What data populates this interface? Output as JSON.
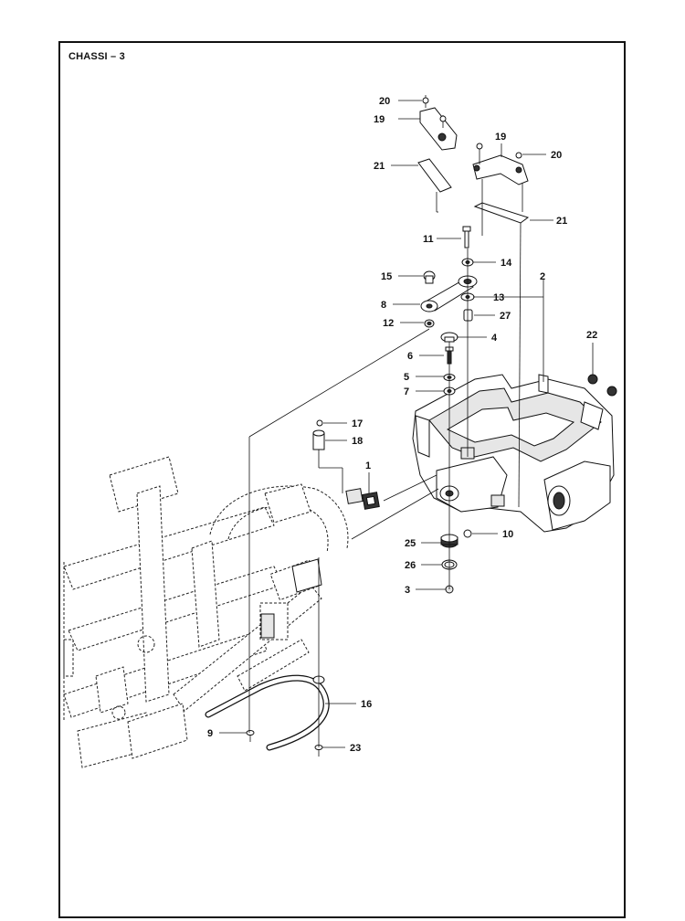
{
  "diagram": {
    "title": "CHASSI – 3",
    "callouts": [
      "20",
      "19",
      "19",
      "20",
      "21",
      "21",
      "11",
      "14",
      "15",
      "2",
      "13",
      "8",
      "27",
      "12",
      "4",
      "22",
      "6",
      "5",
      "7",
      "17",
      "18",
      "1",
      "10",
      "25",
      "26",
      "3",
      "16",
      "9",
      "23"
    ]
  }
}
